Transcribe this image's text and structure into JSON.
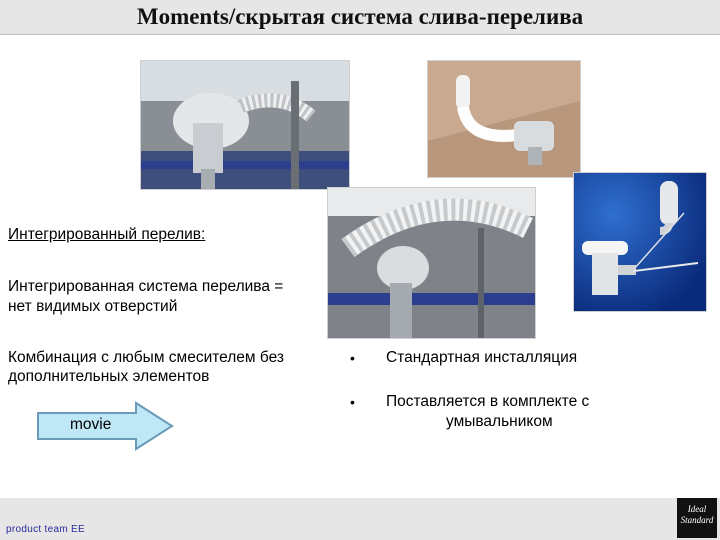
{
  "title": "Moments/скрытая система слива-перелива",
  "left_text": {
    "heading": "Интегрированный перелив:",
    "line2a": "Интегрированная система перелива =",
    "line2b": "нет видимых отверстий",
    "line3a": "Комбинация с любым смесителем без",
    "line3b": "дополнительных элементов"
  },
  "bullets": [
    {
      "text_a": "Стандартная инсталляция",
      "text_b": ""
    },
    {
      "text_a": "Поставляется в комплекте с",
      "text_b": "умывальником"
    }
  ],
  "bullet_symbol": "•",
  "movie_label": "movie",
  "footer_text": "product team EE",
  "logo": {
    "line1": "Ideal",
    "line2": "Standard"
  },
  "colors": {
    "header_bg": "#e6e6e6",
    "arrow_fill": "#bfe8f7",
    "arrow_stroke": "#6a9ab8",
    "footer_text": "#2a2a9a"
  }
}
